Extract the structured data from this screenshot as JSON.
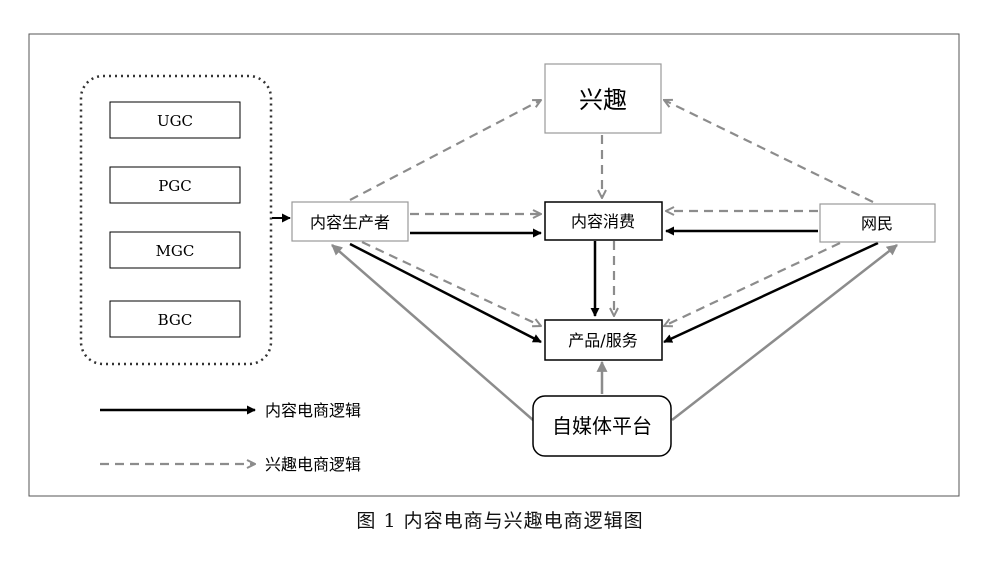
{
  "sources": [
    "UGC",
    "PGC",
    "MGC",
    "BGC"
  ],
  "nodes": {
    "interest": "兴趣",
    "producer": "内容生产者",
    "consumption": "内容消费",
    "netizen": "网民",
    "product": "产品/服务",
    "platform": "自媒体平台"
  },
  "legend": {
    "solid_label": "内容电商逻辑",
    "dashed_label": "兴趣电商逻辑"
  },
  "caption": "图 1  内容电商与兴趣电商逻辑图",
  "colors": {
    "solid": "#000000",
    "dashed": "#8c8c8c",
    "gray_solid": "#8c8c8c"
  }
}
